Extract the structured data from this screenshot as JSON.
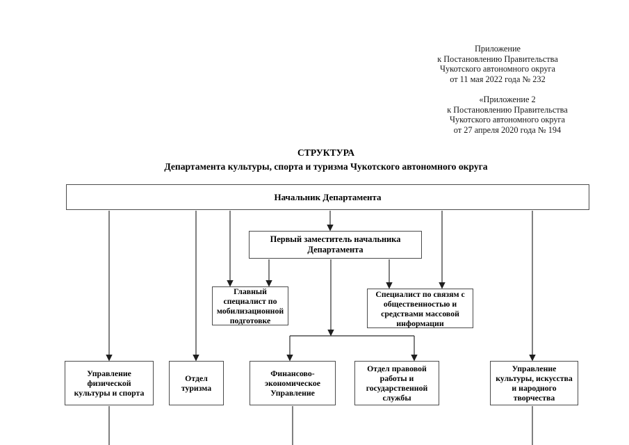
{
  "page": {
    "background": "#ffffff",
    "ink_color": "#000000",
    "line_color": "#2b2b2b",
    "box_border_color": "#4a4a4a"
  },
  "annex": {
    "block1": "Приложение\nк Постановлению Правительства\nЧукотского автономного округа\nот 11 мая 2022 года № 232",
    "block2": "«Приложение 2\nк Постановлению Правительства\nЧукотского автономного округа\nот 27 апреля 2020 года № 194"
  },
  "title": {
    "line1": "СТРУКТУРА",
    "line2": "Департамента культуры, спорта и туризма Чукотского автономного округа"
  },
  "org_chart": {
    "nodes": {
      "head": {
        "label": "Начальник Департамента"
      },
      "first_deputy": {
        "label": "Первый заместитель начальника\nДепартамента"
      },
      "mobilization_specialist": {
        "label": "Главный\nспециалист по\nмобилизационной\nподготовке"
      },
      "pr_media_specialist": {
        "label": "Специалист по связям с\nобщественностью и\nсредствами массовой\nинформации"
      },
      "physical_culture_sport_dept": {
        "label": "Управление\nфизической\nкультуры и спорта"
      },
      "tourism_dept": {
        "label": "Отдел\nтуризма"
      },
      "finance_economic_dept": {
        "label": "Финансово-\nэкономическое\nУправление"
      },
      "legal_civil_service_dept": {
        "label": "Отдел правовой\nработы и\nгосударственной\nслужбы"
      },
      "culture_arts_folk_dept": {
        "label": "Управление\nкультуры, искусства\nи народного\nтворчества"
      }
    },
    "edges": [
      {
        "from": "head",
        "to": "physical_culture_sport_dept"
      },
      {
        "from": "head",
        "to": "tourism_dept"
      },
      {
        "from": "head",
        "to": "mobilization_specialist"
      },
      {
        "from": "head",
        "to": "first_deputy"
      },
      {
        "from": "head",
        "to": "pr_media_specialist"
      },
      {
        "from": "head",
        "to": "culture_arts_folk_dept"
      },
      {
        "from": "first_deputy",
        "to": "mobilization_specialist"
      },
      {
        "from": "first_deputy",
        "to": "pr_media_specialist"
      },
      {
        "from": "first_deputy",
        "to": "finance_economic_dept"
      },
      {
        "from": "first_deputy",
        "to": "legal_civil_service_dept"
      }
    ]
  }
}
